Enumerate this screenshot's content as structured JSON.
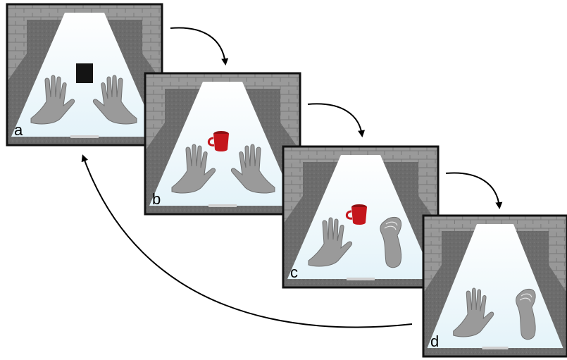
{
  "panels": [
    {
      "id": "a",
      "label": "a",
      "object": "black-cube",
      "right_hand": "open"
    },
    {
      "id": "b",
      "label": "b",
      "object": "red-mug",
      "right_hand": "open"
    },
    {
      "id": "c",
      "label": "c",
      "object": "red-mug",
      "right_hand": "grasping"
    },
    {
      "id": "d",
      "label": "d",
      "object": "none",
      "right_hand": "grasping-outlined"
    }
  ],
  "colors": {
    "frame": "#111111",
    "wall": "#8f8f8f",
    "floor": "#6e6e6e",
    "table": "#eef8fc",
    "hand": "#9a9a9a",
    "mug": "#c4161c",
    "cube": "#141414",
    "arrow": "#000000"
  },
  "icons": [
    "black-cube-icon",
    "red-mug-icon",
    "hand-icon",
    "curved-arrow-icon"
  ]
}
